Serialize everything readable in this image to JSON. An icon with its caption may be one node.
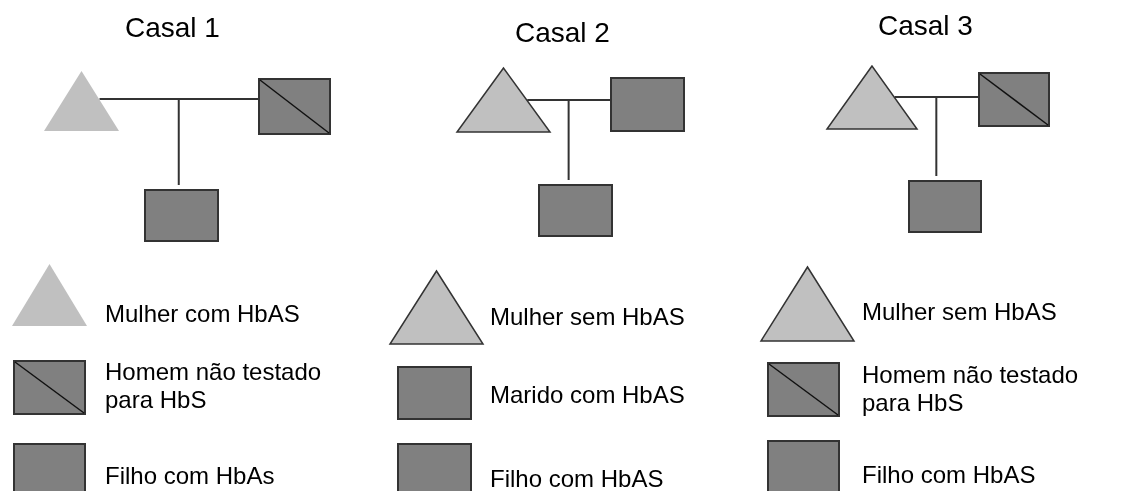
{
  "diagram": {
    "nodes": [
      {
        "text": [],
        "shape": "triangle"
      },
      {
        "text": [],
        "shape": "box"
      },
      {
        "text": [],
        "shape": "box"
      },
      {
        "text": [],
        "shape": "triangle"
      },
      {
        "text": [],
        "shape": "box"
      },
      {
        "text": [],
        "shape": "box"
      },
      {
        "text": [],
        "shape": "triangle"
      },
      {
        "text": [],
        "shape": "box"
      },
      {
        "text": [],
        "shape": "box"
      }
    ],
    "edges": [
      {
        "from": 0,
        "to": 1,
        "arrow": "none"
      },
      {
        "from": 0,
        "to": 2,
        "arrow": "none"
      },
      {
        "from": 1,
        "to": 2,
        "arrow": "none"
      },
      {
        "from": 3,
        "to": 4,
        "arrow": "none"
      },
      {
        "from": 3,
        "to": 5,
        "arrow": "none"
      },
      {
        "from": 4,
        "to": 5,
        "arrow": "none"
      },
      {
        "from": 6,
        "to": 7,
        "arrow": "none"
      },
      {
        "from": 6,
        "to": 8,
        "arrow": "none"
      },
      {
        "from": 7,
        "to": 8,
        "arrow": "none"
      }
    ],
    "labels": [
      "Casal 1",
      "Casal 2",
      "Casal 3"
    ],
    "legend": [
      {
        "text": "Mulher com HbAS"
      },
      {
        "text": "Homem não testado para HbS"
      },
      {
        "text": "Filho com HbAs"
      },
      {
        "text": "Mulher sem HbAS"
      },
      {
        "text": "Marido com HbAS"
      },
      {
        "text": "Filho com HbAS"
      },
      {
        "text": "Mulher sem HbAS"
      },
      {
        "text": "Homem não testado para HbS"
      },
      {
        "text": "Filho com HbAS"
      }
    ]
  }
}
